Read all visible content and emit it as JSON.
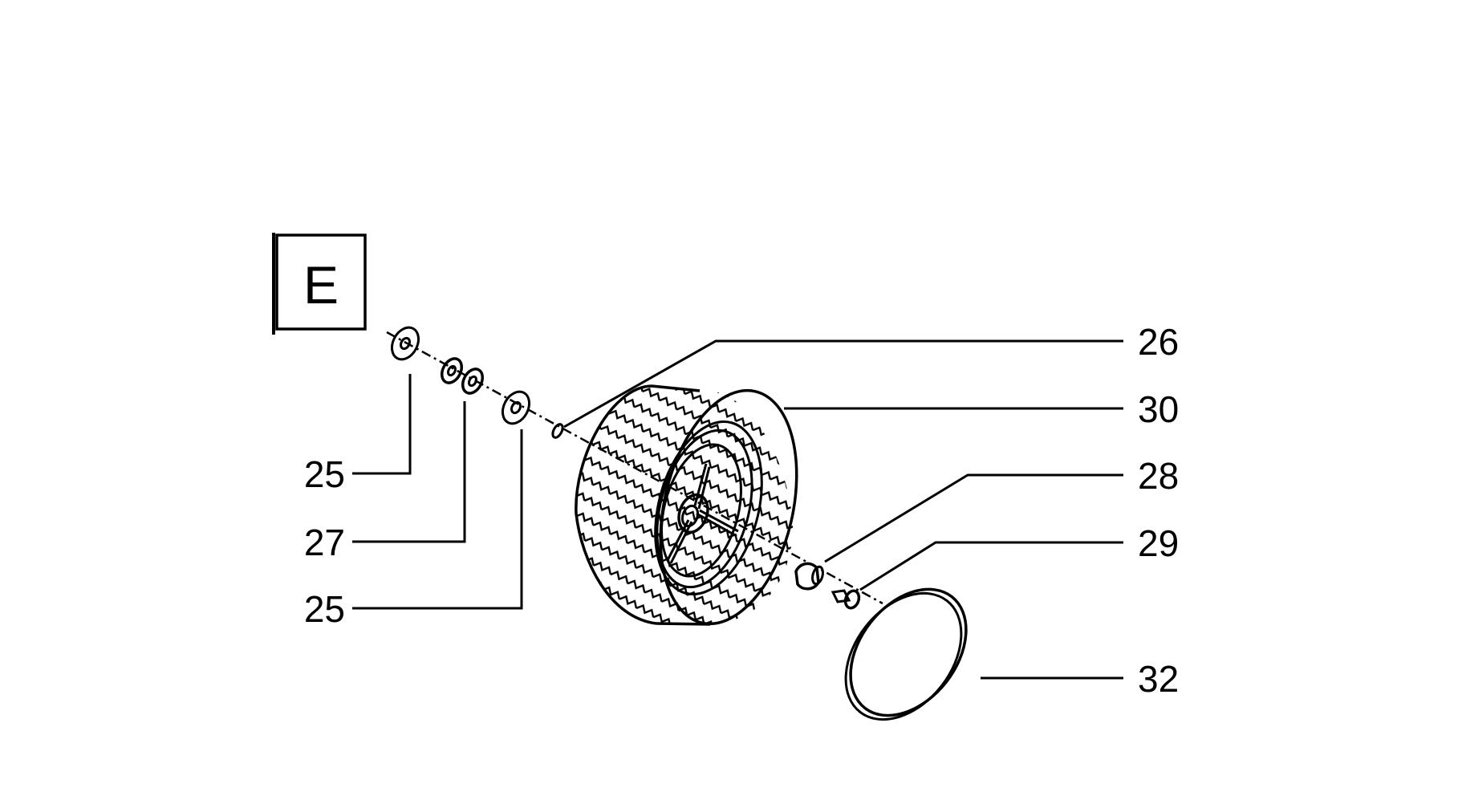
{
  "section_label": "E",
  "callouts": [
    {
      "id": "c26",
      "number": "26",
      "part": "axle-bushing"
    },
    {
      "id": "c30",
      "number": "30",
      "part": "wheel"
    },
    {
      "id": "c28",
      "number": "28",
      "part": "axle-nut-spacer"
    },
    {
      "id": "c29",
      "number": "29",
      "part": "bolt"
    },
    {
      "id": "c32",
      "number": "32",
      "part": "hub-cap"
    },
    {
      "id": "c25a",
      "number": "25",
      "part": "washer-outer"
    },
    {
      "id": "c27",
      "number": "27",
      "part": "bearing-pair"
    },
    {
      "id": "c25b",
      "number": "25",
      "part": "washer-inner"
    }
  ],
  "colors": {
    "ink": "#000000",
    "paper": "#ffffff"
  }
}
